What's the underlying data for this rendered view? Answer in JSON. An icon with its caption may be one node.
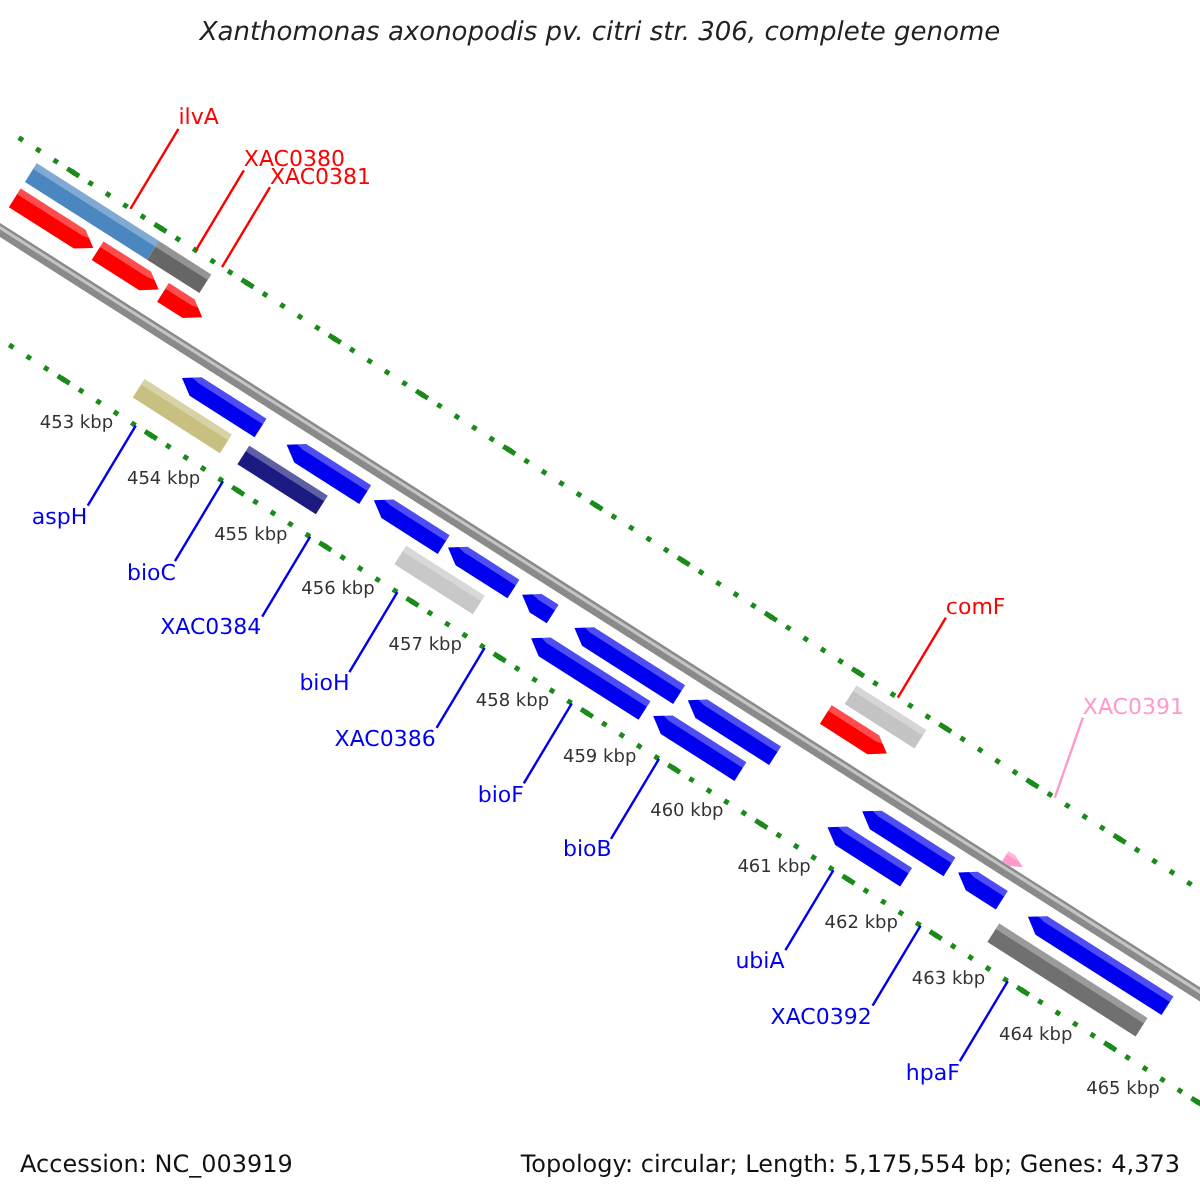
{
  "diagram": {
    "title": "Xanthomonas axonopodis pv. citri str. 306, complete genome",
    "nodes": [
      {
        "text": [
          "ilvA"
        ]
      },
      {
        "text": [
          "XAC0380"
        ]
      },
      {
        "text": [
          "XAC0381"
        ]
      },
      {
        "text": [
          "aspH"
        ]
      },
      {
        "text": [
          "comF"
        ]
      },
      {
        "text": [
          "bioC"
        ]
      },
      {
        "text": [
          "XAC0384"
        ]
      },
      {
        "text": [
          "XAC0391"
        ]
      },
      {
        "text": [
          "bioH"
        ]
      },
      {
        "text": [
          "XAC0386"
        ]
      },
      {
        "text": [
          "bioF"
        ]
      },
      {
        "text": [
          "bioB"
        ]
      },
      {
        "text": [
          "ubiA"
        ]
      },
      {
        "text": [
          "XAC0392"
        ]
      },
      {
        "text": [
          "hpaF"
        ]
      }
    ],
    "edges": [
      {
        "from": 0,
        "to": null,
        "arrow": "none",
        "color": "#ff0000"
      },
      {
        "from": 1,
        "to": null,
        "arrow": "none",
        "color": "#ff0000"
      },
      {
        "from": 2,
        "to": null,
        "arrow": "none",
        "color": "#ff0000"
      },
      {
        "from": 3,
        "to": null,
        "arrow": "none"
      },
      {
        "from": 4,
        "to": null,
        "arrow": "none",
        "color": "#ff0000"
      },
      {
        "from": 5,
        "to": null,
        "arrow": "none"
      },
      {
        "from": 6,
        "to": null,
        "arrow": "none"
      },
      {
        "from": 7,
        "to": null,
        "arrow": "none",
        "color": "#ff99cc"
      },
      {
        "from": 8,
        "to": null,
        "arrow": "none"
      },
      {
        "from": 9,
        "to": null,
        "arrow": "none"
      },
      {
        "from": 10,
        "to": null,
        "arrow": "none"
      },
      {
        "from": 11,
        "to": null,
        "arrow": "none"
      },
      {
        "from": 12,
        "to": null,
        "arrow": "none"
      },
      {
        "from": 13,
        "to": null,
        "arrow": "none"
      },
      {
        "from": 14,
        "to": null,
        "arrow": "none"
      }
    ],
    "labels": [
      "453 kbp",
      "454 kbp",
      "455 kbp",
      "456 kbp",
      "457 kbp",
      "458 kbp",
      "459 kbp",
      "460 kbp",
      "461 kbp",
      "462 kbp",
      "463 kbp",
      "464 kbp",
      "465 kbp",
      "Accession: NC_003919",
      "Topology: circular; Length: 5,175,554 bp; Genes: 4,373"
    ]
  }
}
